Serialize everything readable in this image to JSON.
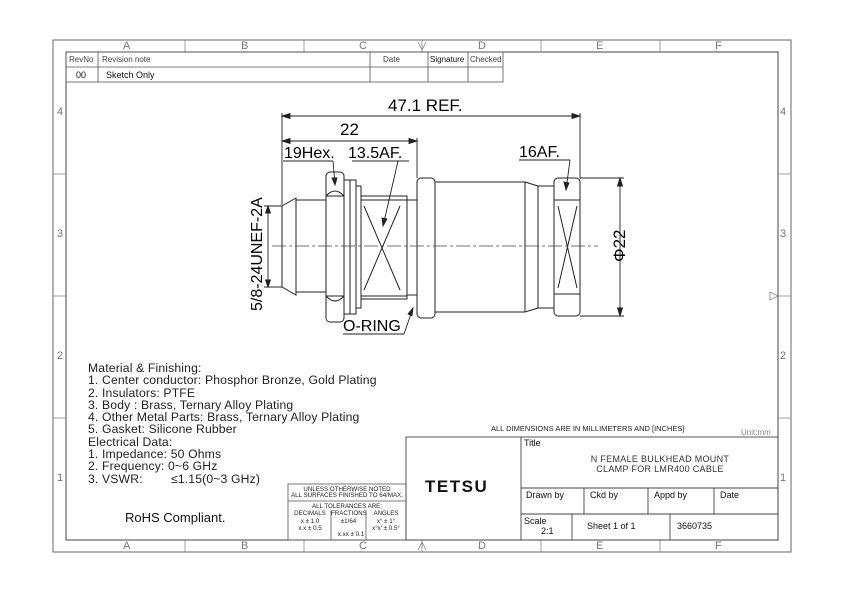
{
  "border": {
    "cols_top": [
      "A",
      "B",
      "C",
      "D",
      "E",
      "F"
    ],
    "cols_bottom": [
      "A",
      "B",
      "C",
      "D",
      "E",
      "F"
    ],
    "rows_left": [
      "4",
      "3",
      "2",
      "1"
    ],
    "rows_right": [
      "4",
      "3",
      "2",
      "1"
    ]
  },
  "revision": {
    "headers": {
      "rev": "RevNo",
      "note": "Revision note",
      "date": "Date",
      "sig": "Signature",
      "chk": "Checked"
    },
    "row": {
      "rev": "00",
      "note": "Sketch Only",
      "date": "",
      "sig": "",
      "chk": ""
    }
  },
  "dims": {
    "overall": "47.1 REF.",
    "flange": "22",
    "hex": "19Hex.",
    "af": "13.5AF.",
    "thread": "5/8-24UNEF-2A",
    "af2": "16AF.",
    "dia": "Φ22",
    "oring": "O-RING"
  },
  "notes": [
    "Material & Finishing:",
    "1. Center conductor: Phosphor Bronze, Gold Plating",
    "2. Insulators: PTFE",
    "3. Body : Brass, Ternary Alloy Plating",
    "4. Other Metal Parts: Brass, Ternary Alloy Plating",
    "5. Gasket: Silicone Rubber",
    "Electrical Data:",
    "1. Impedance: 50 Ohms",
    "2. Frequency: 0~6 GHz",
    "3. VSWR:        ≤1.15(0~3 GHz)"
  ],
  "rohs": "RoHS Compliant.",
  "tolerance": {
    "line1": "UNLESS OTHERWISE NOTED",
    "line2": "ALL SURFACES FINISHED TO 64/MAX.",
    "line3": "ALL TOLERANCES ARE:",
    "h_dec": "DECIMALS",
    "h_frac": "FRACTIONS",
    "h_ang": "ANGLES",
    "d1": "x ± 1.0",
    "d2": "x.x ± 0.5",
    "d3": "x.xx ± 0.1",
    "f1": "±1/64",
    "a1": "x° ± 1°",
    "a2": "x°x' ± 0.5°"
  },
  "title_block": {
    "dimensions_note": "ALL DIMENSIONS ARE IN MILLIMETERS AND [INCHES]",
    "unit": "Unit:mm",
    "logo": "TETSU",
    "title_label": "Title",
    "title_line1": "N FEMALE BULKHEAD MOUNT",
    "title_line2": "CLAMP FOR LMR400 CABLE",
    "drawn_by": "Drawn by",
    "ckd_by": "Ckd by",
    "appd_by": "Appd by",
    "date": "Date",
    "scale_label": "Scale",
    "scale_value": "2:1",
    "sheet": "Sheet 1 of 1",
    "number": "3660735"
  }
}
